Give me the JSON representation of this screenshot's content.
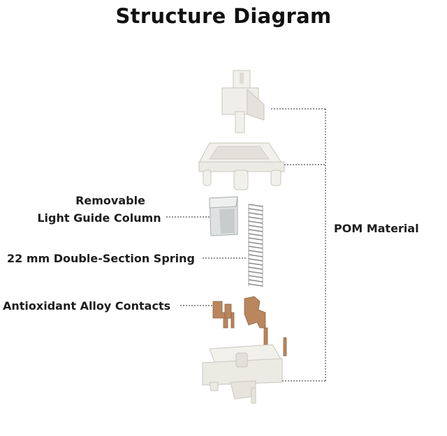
{
  "title": "Structure Diagram",
  "labels": {
    "light_guide_line1": "Removable",
    "light_guide_line2": "Light Guide Column",
    "spring": "22 mm Double-Section Spring",
    "contacts": "Antioxidant Alloy Contacts",
    "material": "POM Material"
  },
  "colors": {
    "housing": "#f1f0ea",
    "housing_shadow": "#c9c7bf",
    "copper": "#b9865e",
    "spring": "#8b8b8b",
    "leader": "#555555"
  }
}
